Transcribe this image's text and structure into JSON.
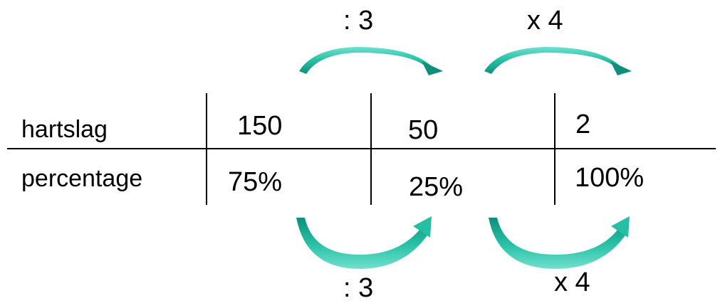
{
  "operators": {
    "top_first": ":  3",
    "top_second": "x 4",
    "bottom_first": ":  3",
    "bottom_second": "x 4"
  },
  "table": {
    "row_labels": [
      "hartslag",
      "percentage"
    ],
    "hartslag": [
      "150",
      "50",
      "2"
    ],
    "percentage": [
      "75%",
      "25%",
      "100%"
    ]
  },
  "colors": {
    "arrow": "#26bfa4",
    "arrow_dark": "#0f8f7b",
    "lines": "#000000"
  }
}
